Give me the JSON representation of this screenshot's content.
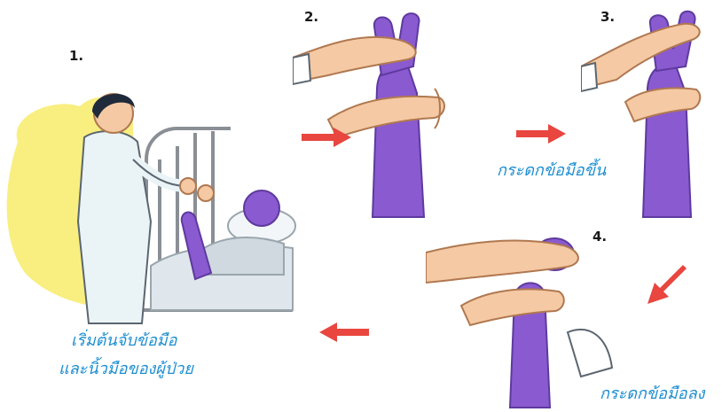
{
  "steps": [
    {
      "number": "1."
    },
    {
      "number": "2."
    },
    {
      "number": "3."
    },
    {
      "number": "4."
    }
  ],
  "captions": {
    "start_line1": "เริ่มต้นจับข้อมือ",
    "start_line2": "และนิ้วมือของผู้ป่วย",
    "flex_up": "กระดกข้อมือขึ้น",
    "flex_down": "กระดกข้อมือลง"
  },
  "colors": {
    "caption": "#1e8fd0",
    "arrow": "#e8463f",
    "patient_skin": "#8a5ad0",
    "patient_skin_dark": "#5e3a9e",
    "helper_skin": "#f4c9a3",
    "helper_outline": "#b07850",
    "yellow_wash": "#f7ec6a",
    "uniform": "#eaf4f7",
    "hair": "#1f2a3a"
  },
  "icons": {
    "arrows": [
      "red-arrow-icon",
      "red-arrow-icon",
      "red-arrow-icon",
      "red-arrow-icon"
    ]
  }
}
